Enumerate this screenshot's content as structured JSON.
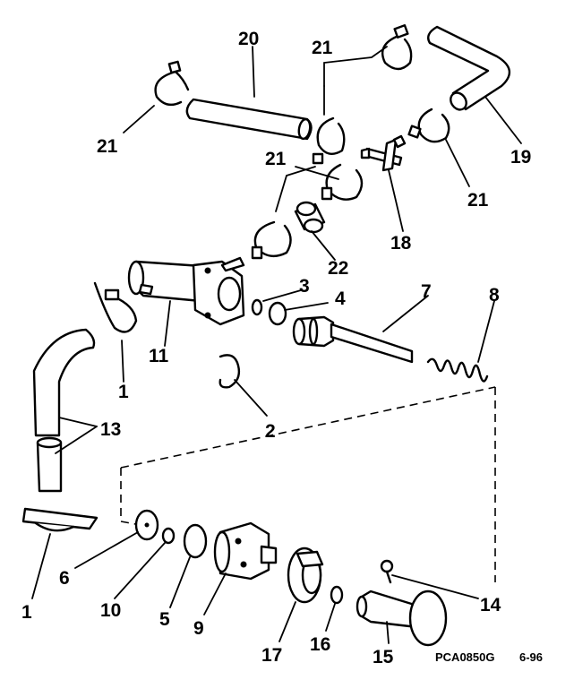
{
  "figure": {
    "code": "PCA0850G",
    "date": "6-96"
  },
  "callouts": {
    "c1_upper": "1",
    "c1_lower": "1",
    "c2": "2",
    "c3": "3",
    "c4": "4",
    "c5": "5",
    "c6": "6",
    "c7": "7",
    "c8": "8",
    "c9": "9",
    "c10": "10",
    "c11": "11",
    "c13": "13",
    "c14": "14",
    "c15": "15",
    "c16": "16",
    "c17": "17",
    "c18": "18",
    "c19": "19",
    "c20": "20",
    "c21_a": "21",
    "c21_b": "21",
    "c21_c": "21",
    "c21_d": "21",
    "c22": "22"
  }
}
